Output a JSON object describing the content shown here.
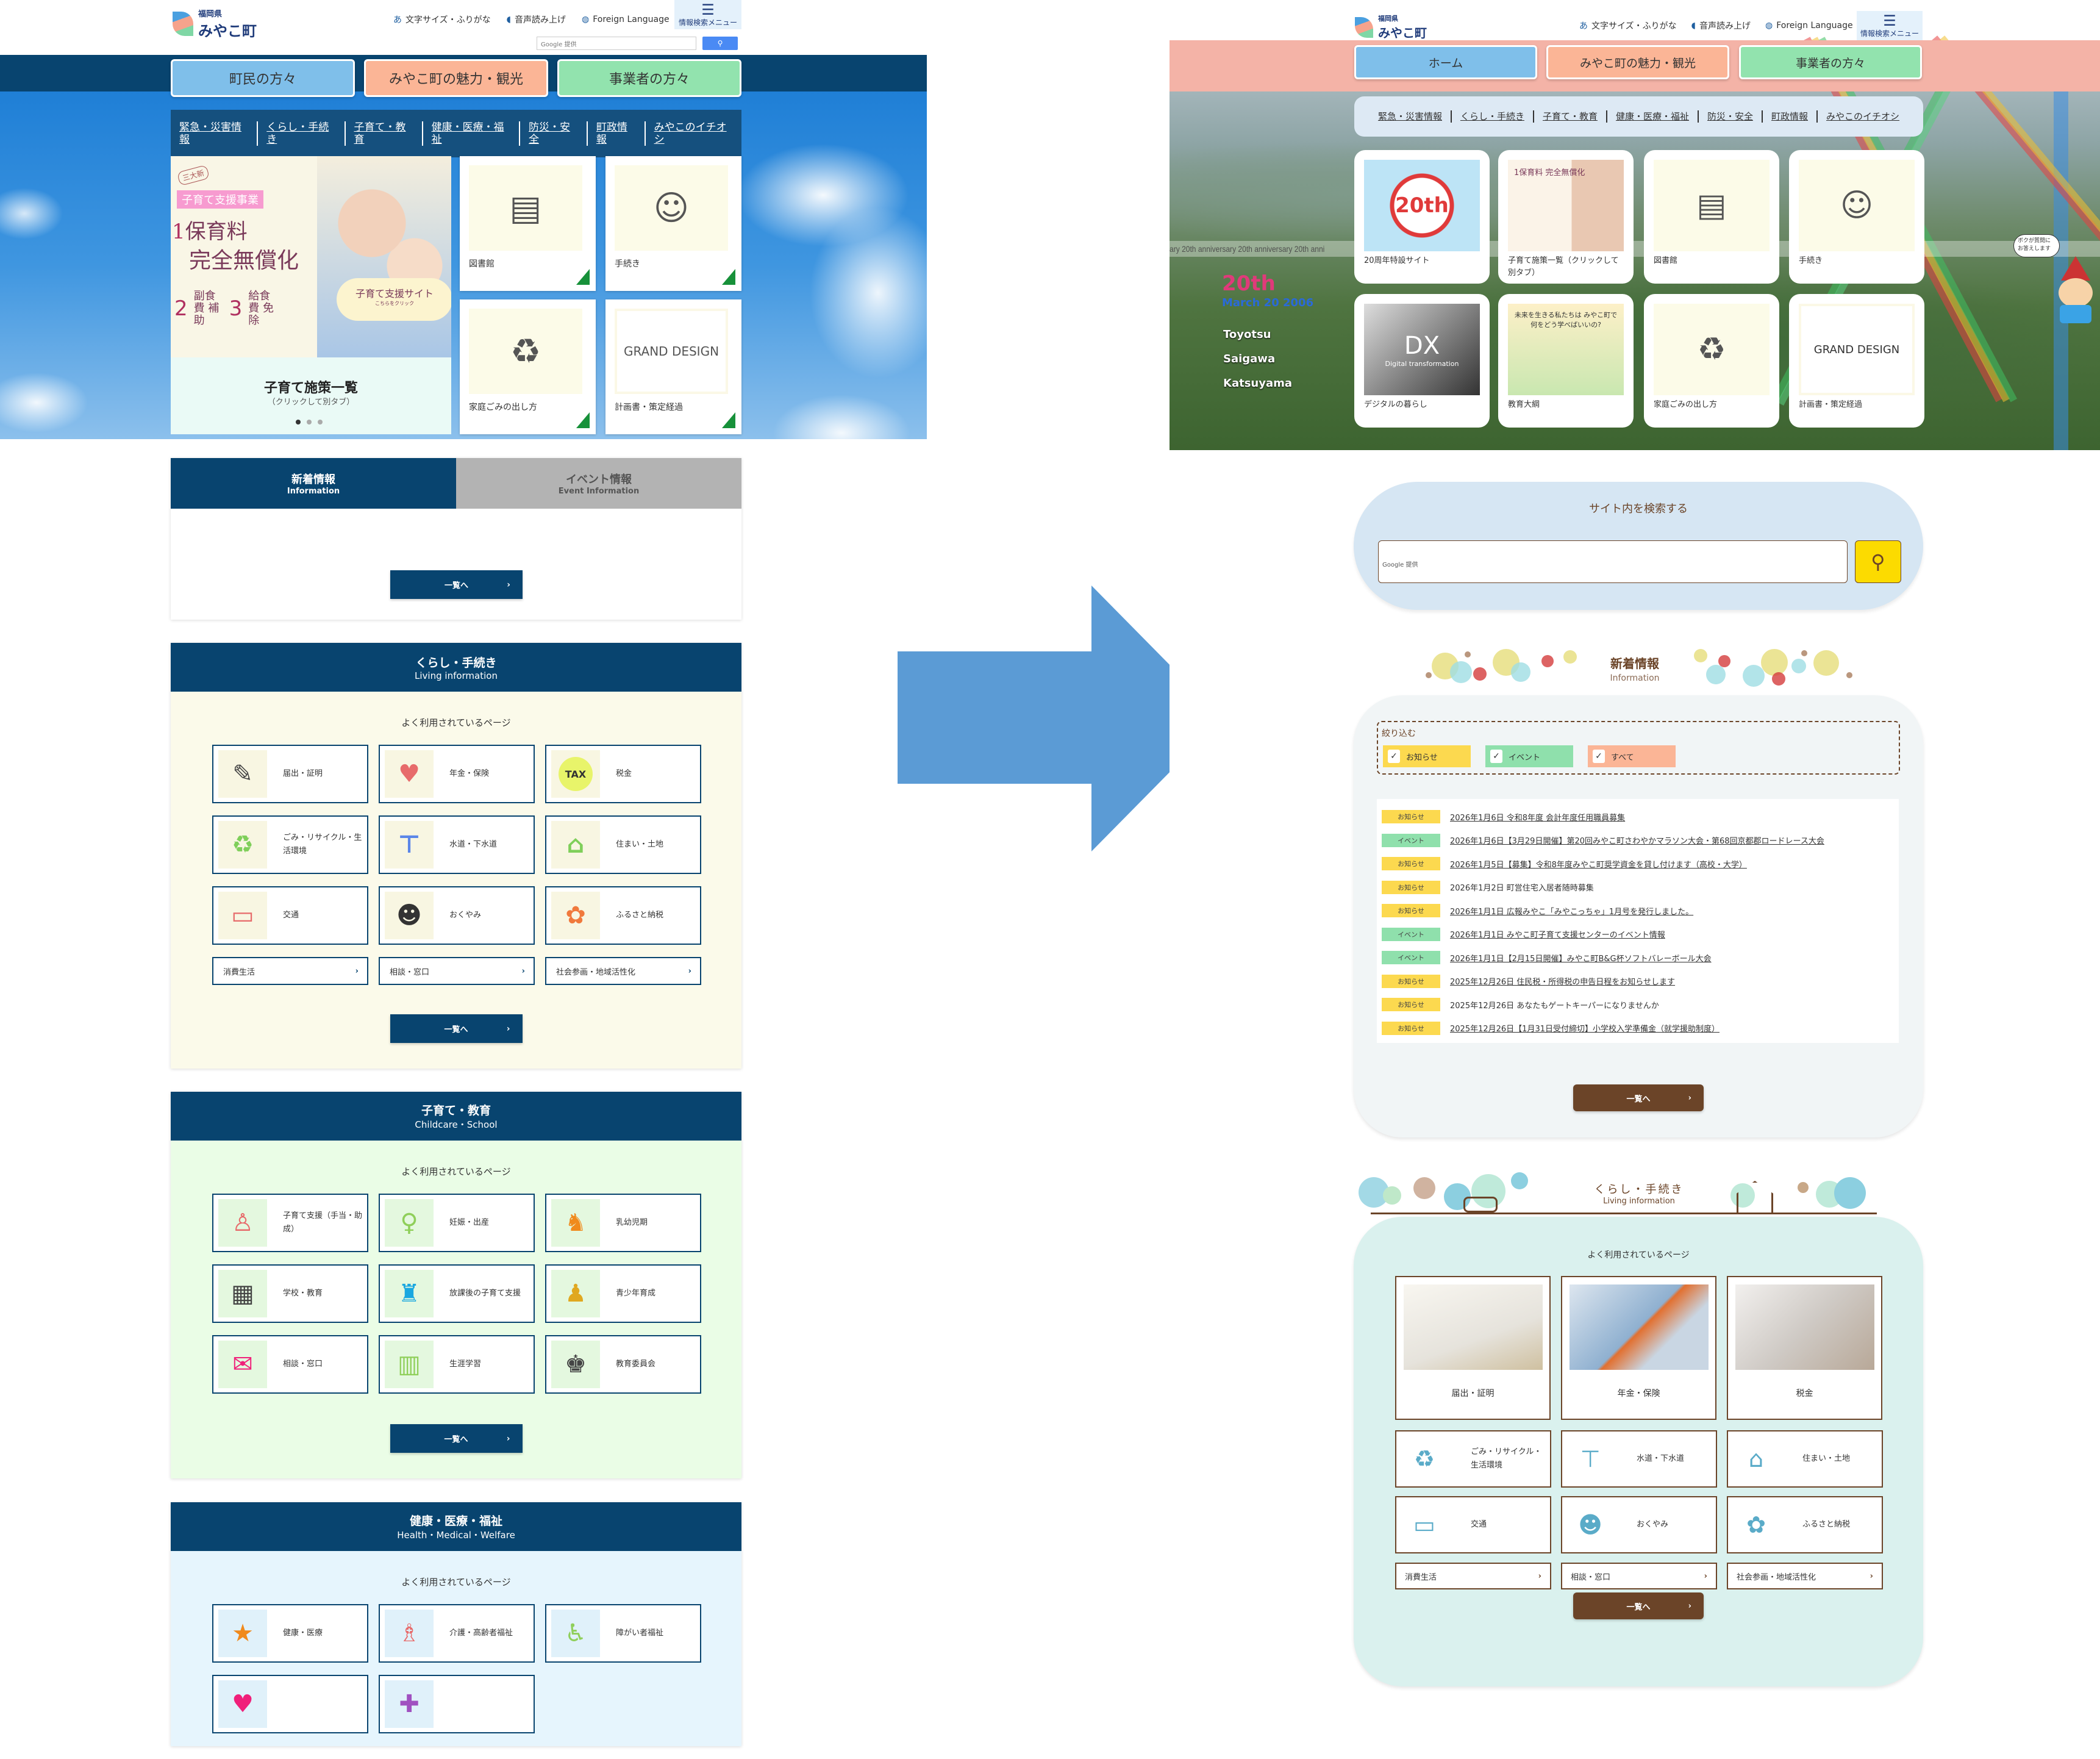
{
  "colors": {
    "navy": "#08446f",
    "tab_blue": "#7fbfea",
    "tab_salmon": "#fbb596",
    "tab_green": "#92e3ae",
    "brown": "#6b4428",
    "pink_band": "#f4b3a7",
    "arrow": "#5b9bd5",
    "badge_notice": "#fcd94f",
    "badge_event": "#8fe0ac",
    "badge_all": "#fbb596"
  },
  "left": {
    "header": {
      "logo_pref": "福岡県",
      "logo_name": "みやこ町",
      "utility": [
        "文字サイズ・ふりがな",
        "音声読み上げ",
        "Foreign Language"
      ],
      "utility_icons": [
        "furigana-icon",
        "speaker-icon",
        "globe-icon"
      ],
      "menu_label": "情報検索メニュー",
      "search_placeholder": "Google 提供",
      "search_icon": "search-icon"
    },
    "tabs": [
      "町民の方々",
      "みやこ町の魅力・観光",
      "事業者の方々"
    ],
    "nav": [
      "緊急・災害情報",
      "くらし・手続き",
      "子育て・教育",
      "健康・医療・福祉",
      "防災・安全",
      "町政情報",
      "みやこのイチオシ"
    ],
    "banner": {
      "badge": "三大新",
      "tag": "子育て支援事業",
      "item1_num": "1",
      "item1": "保育料",
      "item1b": "完全無償化",
      "item2_num": "2",
      "item2": "副食費 補助",
      "item3_num": "3",
      "item3": "給食費 免除",
      "bubble": "子育て支援サイト",
      "bubble_sub": "こちらをクリック",
      "caption": "子育て施策一覧",
      "caption_sub": "（クリックして別タブ）",
      "slides": 3,
      "active_slide": 1
    },
    "tiles": [
      {
        "label": "図書館",
        "icon": "library-icon"
      },
      {
        "label": "手続き",
        "icon": "clerk-icon"
      },
      {
        "label": "家庭ごみの出し方",
        "icon": "trash-icon"
      },
      {
        "label": "計画書・策定経過",
        "icon": "grand-design-image",
        "image_text": "GRAND DESIGN"
      }
    ],
    "info": {
      "tabs": [
        {
          "title": "新着情報",
          "en": "Information"
        },
        {
          "title": "イベント情報",
          "en": "Event Information"
        }
      ],
      "more": "一覧へ"
    },
    "sections": [
      {
        "title": "くらし・手続き",
        "en": "Living information",
        "popular": "よく利用されているページ",
        "bg": "#fbfaea",
        "icon_bg": "#f8f6e2",
        "cards": [
          {
            "label": "届出・証明",
            "icon": "document-icon",
            "color": "#444"
          },
          {
            "label": "年金・保険",
            "icon": "purse-heart-icon",
            "color": "#e76b6b"
          },
          {
            "label": "税金",
            "icon": "tax-icon",
            "color": "#333"
          },
          {
            "label": "ごみ・リサイクル・生活環境",
            "icon": "recycle-icon",
            "color": "#7fcf5a"
          },
          {
            "label": "水道・下水道",
            "icon": "faucet-icon",
            "color": "#5b86e8"
          },
          {
            "label": "住まい・土地",
            "icon": "house-icon",
            "color": "#7fcf5a"
          },
          {
            "label": "交通",
            "icon": "bus-icon",
            "color": "#e76b6b"
          },
          {
            "label": "おくやみ",
            "icon": "portrait-icon",
            "color": "#333"
          },
          {
            "label": "ふるさと納税",
            "icon": "ribbon-icon",
            "color": "#f0793c"
          }
        ],
        "links": [
          "消費生活",
          "相談・窓口",
          "社会参画・地域活性化"
        ],
        "more": "一覧へ"
      },
      {
        "title": "子育て・教育",
        "en": "Childcare・School",
        "popular": "よく利用されているページ",
        "bg": "#eafde6",
        "icon_bg": "#e4f8df",
        "cards": [
          {
            "label": "子育て支援（手当・助成）",
            "icon": "parent-child-icon",
            "color": "#e76b6b"
          },
          {
            "label": "妊娠・出産",
            "icon": "pregnancy-icon",
            "color": "#8fcf5a"
          },
          {
            "label": "乳幼児期",
            "icon": "rocking-horse-icon",
            "color": "#f08a1c"
          },
          {
            "label": "学校・教育",
            "icon": "school-icon",
            "color": "#444"
          },
          {
            "label": "放課後の子育て支援",
            "icon": "student-icon",
            "color": "#1aa7e0"
          },
          {
            "label": "青少年育成",
            "icon": "youth-icon",
            "color": "#e0a820"
          },
          {
            "label": "相談・窓口",
            "icon": "chat-icon",
            "color": "#f0207a"
          },
          {
            "label": "生涯学習",
            "icon": "book-icon",
            "color": "#8fcf5a"
          },
          {
            "label": "教育委員会",
            "icon": "group-icon",
            "color": "#444"
          }
        ],
        "links": [],
        "more": "一覧へ"
      },
      {
        "title": "健康・医療・福祉",
        "en": "Health・Medical・Welfare",
        "popular": "よく利用されているページ",
        "bg": "#e6f5fd",
        "icon_bg": "#e0f1fa",
        "cards": [
          {
            "label": "健康・医療",
            "icon": "walking-icon",
            "color": "#f08a1c"
          },
          {
            "label": "介護・高齢者福祉",
            "icon": "elderly-icon",
            "color": "#e76b6b"
          },
          {
            "label": "障がい者福祉",
            "icon": "wheelchair-icon",
            "color": "#8fcf5a"
          },
          {
            "label": "",
            "icon": "heart-icon",
            "color": "#f0207a"
          },
          {
            "label": "",
            "icon": "welfare-icon",
            "color": "#a050c0"
          }
        ],
        "links": [],
        "more": ""
      }
    ]
  },
  "right": {
    "header": {
      "logo_pref": "福岡県",
      "logo_name": "みやこ町",
      "utility": [
        "文字サイズ・ふりがな",
        "音声読み上げ",
        "Foreign Language"
      ],
      "menu_label": "情報検索メニュー"
    },
    "tabs": [
      "ホーム",
      "みやこ町の魅力・観光",
      "事業者の方々"
    ],
    "nav": [
      "緊急・災害情報",
      "くらし・手続き",
      "子育て・教育",
      "健康・医療・福祉",
      "防災・安全",
      "町政情報",
      "みやこのイチオシ"
    ],
    "hero": {
      "ticker": "ary 20th anniversary 20th anniversary 20th anni",
      "date": "March 20 2006",
      "badge": "20th",
      "towns": [
        "Toyotsu",
        "Saigawa",
        "Katsuyama"
      ],
      "mascot_bubble": "ボクが質問にお答えします"
    },
    "cards": [
      {
        "label": "20周年特設サイト",
        "icon": "anniversary-image",
        "image_text": "20th"
      },
      {
        "label": "子育て施策一覧（クリックして別タブ）",
        "icon": "childcare-banner-image",
        "image_text": "1保育料 完全無償化"
      },
      {
        "label": "図書館",
        "icon": "library-icon"
      },
      {
        "label": "手続き",
        "icon": "clerk-icon"
      },
      {
        "label": "デジタルの暮らし",
        "icon": "dx-image",
        "image_text": "DX",
        "image_sub": "Digital transformation"
      },
      {
        "label": "教育大綱",
        "icon": "education-image",
        "image_text": "未来を生きる私たちは みやこ町で 何をどう学べばいいの?"
      },
      {
        "label": "家庭ごみの出し方",
        "icon": "trash-icon"
      },
      {
        "label": "計画書・策定経過",
        "icon": "grand-design-image",
        "image_text": "GRAND DESIGN"
      }
    ],
    "search": {
      "title": "サイト内を検索する",
      "placeholder": "Google 提供"
    },
    "info": {
      "title": "新着情報",
      "en": "Information",
      "filter_label": "絞り込む",
      "filters": [
        {
          "label": "お知らせ",
          "checked": true
        },
        {
          "label": "イベント",
          "checked": true
        },
        {
          "label": "すべて",
          "checked": true
        }
      ],
      "items": [
        {
          "type": "お知らせ",
          "text": "2026年1月6日 令和8年度 会計年度任用職員募集",
          "link": true
        },
        {
          "type": "イベント",
          "text": "2026年1月6日【3月29日開催】第20回みやこ町さわやかマラソン大会・第68回京都郡ロードレース大会",
          "link": true
        },
        {
          "type": "お知らせ",
          "text": "2026年1月5日【募集】令和8年度みやこ町奨学資金を貸し付けます（高校・大学）",
          "link": true
        },
        {
          "type": "お知らせ",
          "text": "2026年1月2日 町営住宅入居者随時募集",
          "link": false
        },
        {
          "type": "お知らせ",
          "text": "2026年1月1日 広報みやこ「みやこっちゃ」1月号を発行しました。",
          "link": true
        },
        {
          "type": "イベント",
          "text": "2026年1月1日 みやこ町子育て支援センターのイベント情報",
          "link": true
        },
        {
          "type": "イベント",
          "text": "2026年1月1日【2月15日開催】みやこ町B&G杯ソフトバレーボール大会",
          "link": true
        },
        {
          "type": "お知らせ",
          "text": "2025年12月26日 住民税・所得税の申告日程をお知らせします",
          "link": true
        },
        {
          "type": "お知らせ",
          "text": "2025年12月26日 あなたもゲートキーパーになりませんか",
          "link": false
        },
        {
          "type": "お知らせ",
          "text": "2025年12月26日【1月31日受付締切】小学校入学準備金（就学援助制度）",
          "link": true
        }
      ],
      "more": "一覧へ"
    },
    "living": {
      "title": "くらし・手続き",
      "en": "Living information",
      "popular": "よく利用されているページ",
      "photo_cards": [
        {
          "label": "届出・証明",
          "icon": "forms-photo"
        },
        {
          "label": "年金・保険",
          "icon": "pension-book-photo"
        },
        {
          "label": "税金",
          "icon": "calculator-photo"
        }
      ],
      "cards": [
        {
          "label": "ごみ・リサイクル・生活環境",
          "icon": "recycle-icon"
        },
        {
          "label": "水道・下水道",
          "icon": "faucet-icon"
        },
        {
          "label": "住まい・土地",
          "icon": "house-icon"
        },
        {
          "label": "交通",
          "icon": "bus-icon"
        },
        {
          "label": "おくやみ",
          "icon": "portrait-icon"
        },
        {
          "label": "ふるさと納税",
          "icon": "ribbon-icon"
        }
      ],
      "links": [
        "消費生活",
        "相談・窓口",
        "社会参画・地域活性化"
      ],
      "more": "一覧へ"
    }
  }
}
